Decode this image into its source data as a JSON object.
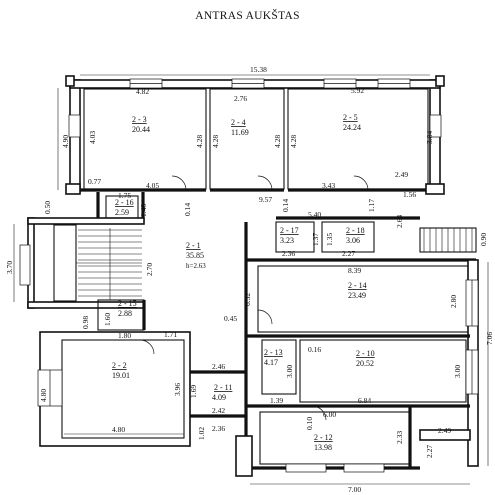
{
  "title": "ANTRAS AUKŠTAS",
  "rooms": [
    {
      "id": "2 - 1",
      "area": "35.85",
      "height": "h=2.63"
    },
    {
      "id": "2 - 2",
      "area": "19.01"
    },
    {
      "id": "2 - 3",
      "area": "20.44"
    },
    {
      "id": "2 - 4",
      "area": "11.69"
    },
    {
      "id": "2 - 5",
      "area": "24.24"
    },
    {
      "id": "2 - 10",
      "area": "20.52"
    },
    {
      "id": "2 - 11",
      "area": "4.09"
    },
    {
      "id": "2 - 12",
      "area": "13.98"
    },
    {
      "id": "2 - 13",
      "area": "4.17"
    },
    {
      "id": "2 - 14",
      "area": "23.49"
    },
    {
      "id": "2 - 15",
      "area": "2.88"
    },
    {
      "id": "2 - 16",
      "area": "2.59"
    },
    {
      "id": "2 - 17",
      "area": "3.23"
    },
    {
      "id": "2 - 18",
      "area": "3.06"
    }
  ],
  "dimensions": {
    "top_total": "15.38",
    "room3_width": "4.82",
    "room4_width": "2.76",
    "room5_width": "5.92",
    "left_wall_height": "4.90",
    "room3_left": "4.03",
    "room3_right": "4.28",
    "room4_left": "4.28",
    "room4_right": "4.28",
    "room5_left": "4.28",
    "room5_right": "3.84",
    "room5_bottom_right": "2.49",
    "small_077": "0.77",
    "room3_bottom": "4.05",
    "room4_bottom_gap": "9.57",
    "room5_bottom": "3.43",
    "d_156": "1.56",
    "d_175": "1.75",
    "d_148": "1.48",
    "d_050": "0.50",
    "d_014a": "0.14",
    "d_014b": "0.14",
    "d_540": "5.40",
    "d_117": "1.17",
    "d_264": "2.64",
    "d_090": "0.90",
    "d_370": "3.70",
    "d_270": "2.70",
    "d_137": "1.37",
    "d_135": "1.35",
    "d_236": "2.36",
    "d_227": "2.27",
    "d_839": "8.39",
    "d_632": "6.32",
    "d_280": "2.80",
    "d_706": "7.06",
    "d_098": "0.98",
    "d_160": "1.60",
    "d_180": "1.80",
    "d_171": "1.71",
    "d_045": "0.45",
    "d_480v": "4.80",
    "d_396": "3.96",
    "d_246": "2.46",
    "d_169": "1.69",
    "d_242": "2.42",
    "d_480h": "4.80",
    "d_102": "1.02",
    "d_236b": "2.36",
    "d_300a": "3.00",
    "d_016": "0.16",
    "d_300b": "3.00",
    "d_139": "1.39",
    "d_684": "6.84",
    "d_600": "6.00",
    "d_010": "0.10",
    "d_233": "2.33",
    "d_227b": "2.27",
    "d_249": "2.49",
    "d_700": "7.00"
  }
}
